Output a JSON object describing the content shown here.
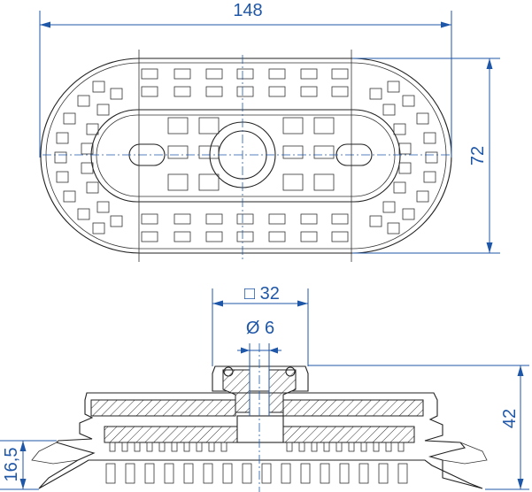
{
  "dimensions": {
    "length": "148",
    "width": "72",
    "square_flange": "□ 32",
    "bore_diameter": "Ø 6",
    "height": "42",
    "lip_height": "16,5"
  },
  "colors": {
    "dimension": "#1f57a8",
    "outline": "#222222",
    "background": "#ffffff"
  }
}
